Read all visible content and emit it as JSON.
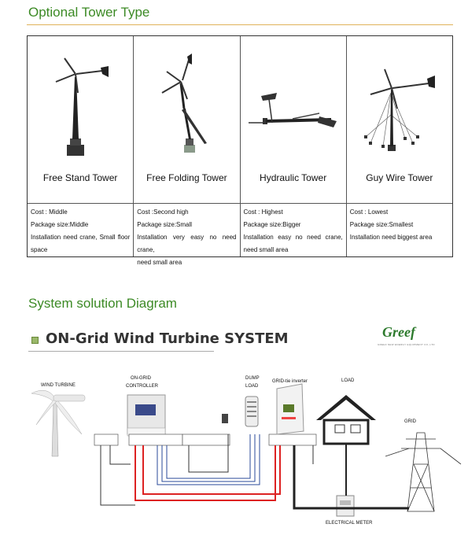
{
  "tower_section": {
    "title": "Optional Tower Type",
    "towers": [
      {
        "name": "Free Stand Tower",
        "cost": "Cost : Middle",
        "package": "Package size:Middle",
        "install_a": "Installation need crane,  Small floor",
        "install_b": "space"
      },
      {
        "name": "Free Folding Tower",
        "cost": "Cost :Second high",
        "package": "Package size:Small",
        "install_a": "Installation very easy no need crane,",
        "install_b": "need small area"
      },
      {
        "name": "Hydraulic Tower",
        "cost": "Cost : Highest",
        "package": "Package size:Bigger",
        "install_a": "Installation  easy  no  need  crane,",
        "install_b": "need small area"
      },
      {
        "name": "Guy Wire Tower",
        "cost": "Cost : Lowest",
        "package": "Package size:Smallest",
        "install_a": "Installation need biggest area",
        "install_b": ""
      }
    ]
  },
  "system_section": {
    "title": "System solution Diagram",
    "banner": "ON-Grid Wind Turbine SYSTEM",
    "logo": "Greef",
    "logo_sub": "GREEF NEW ENERGY EQUIPMENT CO.,LTD",
    "labels": {
      "wind_turbine": "WIND TURBINE",
      "controller_a": "ON-GRID",
      "controller_b": "CONTROLLER",
      "dump_a": "DUMP",
      "dump_b": "LOAD",
      "inverter": "GRID-tie inverter",
      "load": "LOAD",
      "grid": "GRID",
      "meter": "ELECTRICAL METER"
    }
  }
}
